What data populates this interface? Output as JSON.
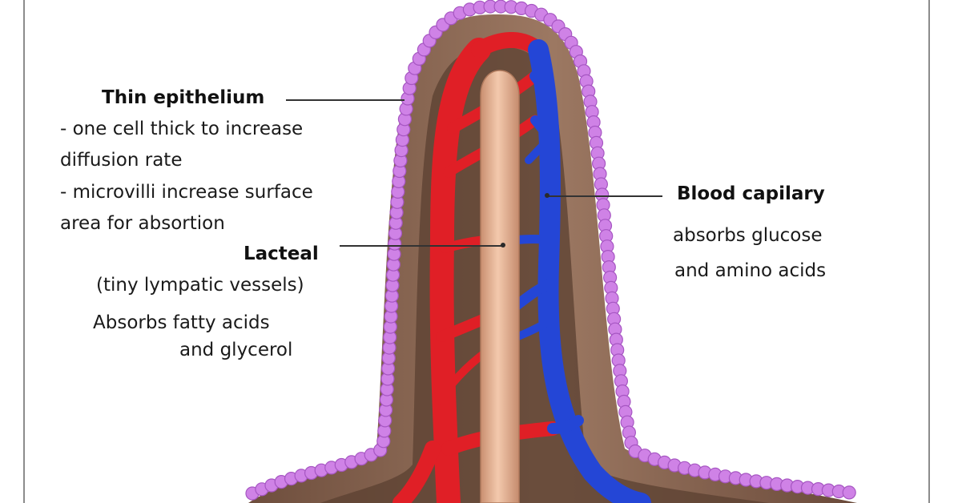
{
  "labels": {
    "epithelium": {
      "title": "Thin epithelium",
      "line1": "- one cell thick to increase",
      "line2": "diffusion rate",
      "line3": "- microvilli increase surface",
      "line4": "area for absortion"
    },
    "lacteal": {
      "title": "Lacteal",
      "line1": "(tiny lympatic vessels)",
      "line2": "Absorbs fatty acids",
      "line3": "and glycerol"
    },
    "capillary": {
      "title": "Blood capilary",
      "line1": "absorbs glucose",
      "line2": "and amino acids"
    }
  },
  "colors": {
    "microvilli": "#cf82e6",
    "tissue": "#8f6a55",
    "tissue_dark": "#5e4132",
    "artery": "#e01f26",
    "vein": "#2446d6",
    "lacteal": "#e9b595"
  }
}
